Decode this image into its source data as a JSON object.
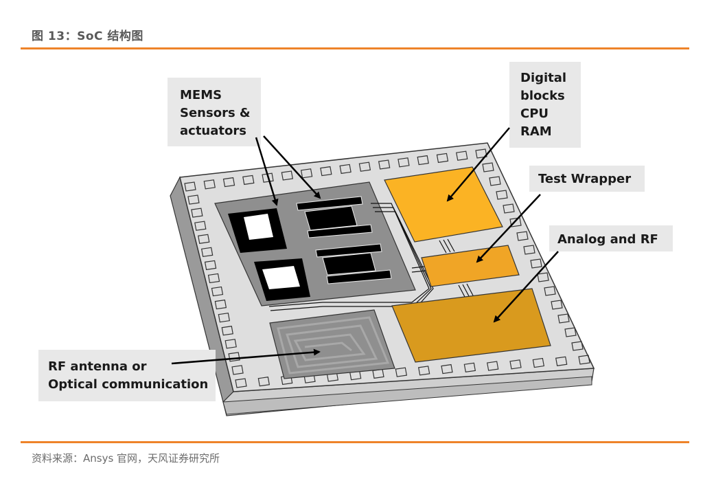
{
  "header": {
    "title": "图 13：SoC 结构图"
  },
  "footer": {
    "source": "资料来源：Ansys 官网，天风证券研究所"
  },
  "colors": {
    "accent_rule": "#ee8329",
    "digital_block": "#fbb324",
    "test_wrapper": "#f0a526",
    "analog_rf": "#d99a1e",
    "chip_surface": "#dcdcdc",
    "mems_area": "#8f8f8f"
  },
  "diagram": {
    "labels": {
      "mems": [
        "MEMS",
        "Sensors &",
        "actuators"
      ],
      "digital": [
        "Digital",
        "blocks",
        "CPU",
        "RAM"
      ],
      "test_wrapper": [
        "Test Wrapper"
      ],
      "analog": [
        "Analog and RF"
      ],
      "rf_antenna": [
        "RF antenna or",
        "Optical communication"
      ]
    }
  }
}
